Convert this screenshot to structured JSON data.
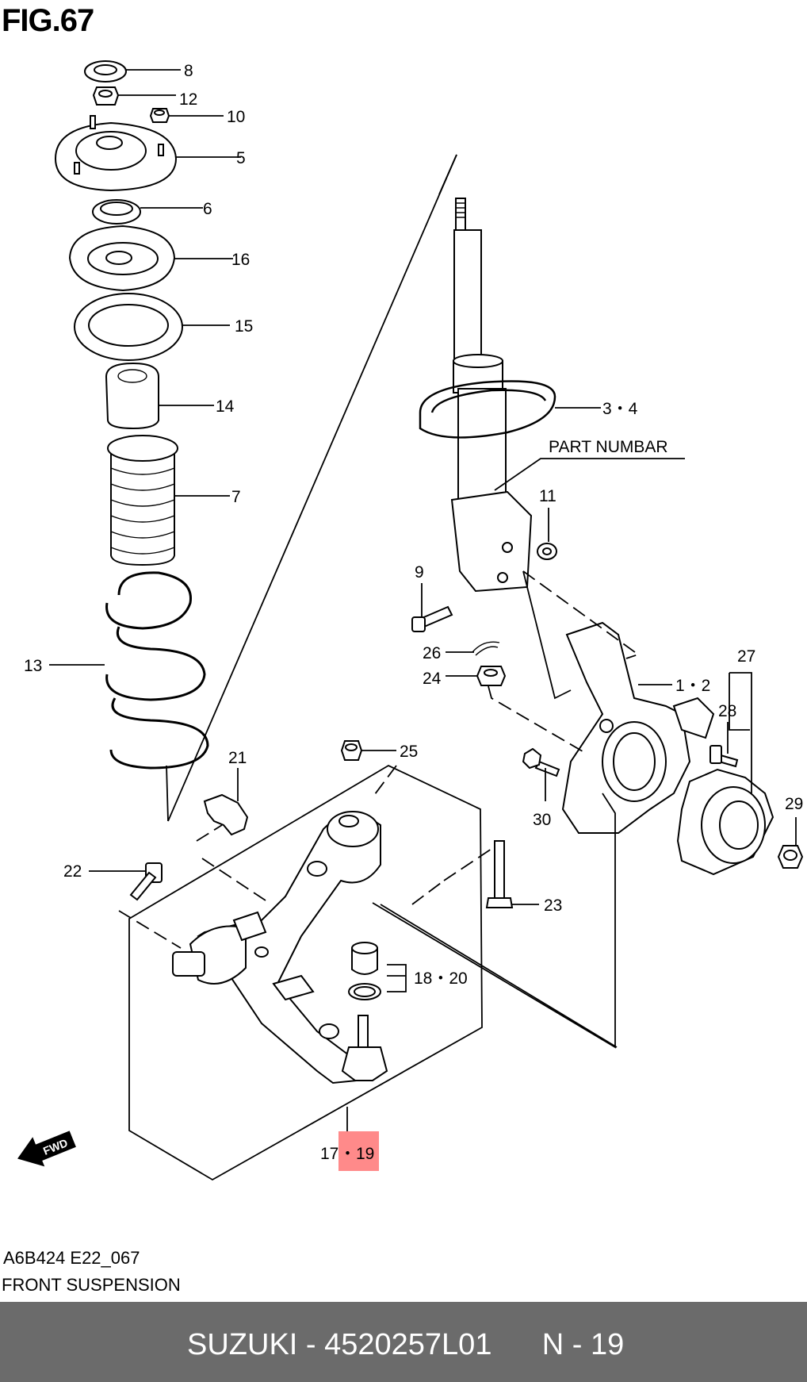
{
  "figure": {
    "title": "FIG.67"
  },
  "callouts": {
    "c8": "8",
    "c12": "12",
    "c10": "10",
    "c5": "5",
    "c6": "6",
    "c16": "16",
    "c15": "15",
    "c14": "14",
    "c7": "7",
    "c13": "13",
    "c34": "3・4",
    "part_numbar": "PART NUMBAR",
    "c11": "11",
    "c9": "9",
    "c26": "26",
    "c24": "24",
    "c12b": "1・2",
    "c27": "27",
    "c28": "28",
    "c29": "29",
    "c30": "30",
    "c21": "21",
    "c25": "25",
    "c22": "22",
    "c23": "23",
    "c1820": "18・20",
    "c17": "17",
    "c19": "・19",
    "fwd": "FWD"
  },
  "highlight": {
    "color": "#ff8a8a"
  },
  "footer_info": {
    "code": "A6B424 E22_067",
    "name": "FRONT SUSPENSION",
    "brand_part": "SUZUKI - 4520257L01      N - 19"
  },
  "colors": {
    "footer_bg": "#6b6b6b",
    "footer_text": "#ffffff",
    "highlight": "#ff8a8a"
  }
}
